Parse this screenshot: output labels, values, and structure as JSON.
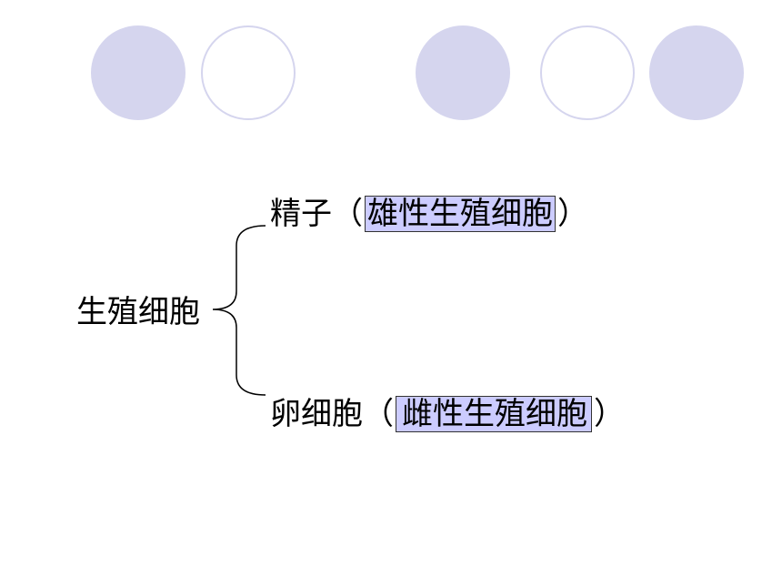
{
  "term": "生殖细胞",
  "branches": [
    {
      "name": "精子",
      "open_paren": "（",
      "answer": "雄性生殖细胞",
      "close_paren": "）"
    },
    {
      "name": "卵细胞",
      "open_paren": "（",
      "answer": "雌性生殖细胞",
      "close_paren": "）"
    }
  ],
  "colors": {
    "decor_circle": "#d5d5ee",
    "answer_highlight": "#ccccff"
  }
}
